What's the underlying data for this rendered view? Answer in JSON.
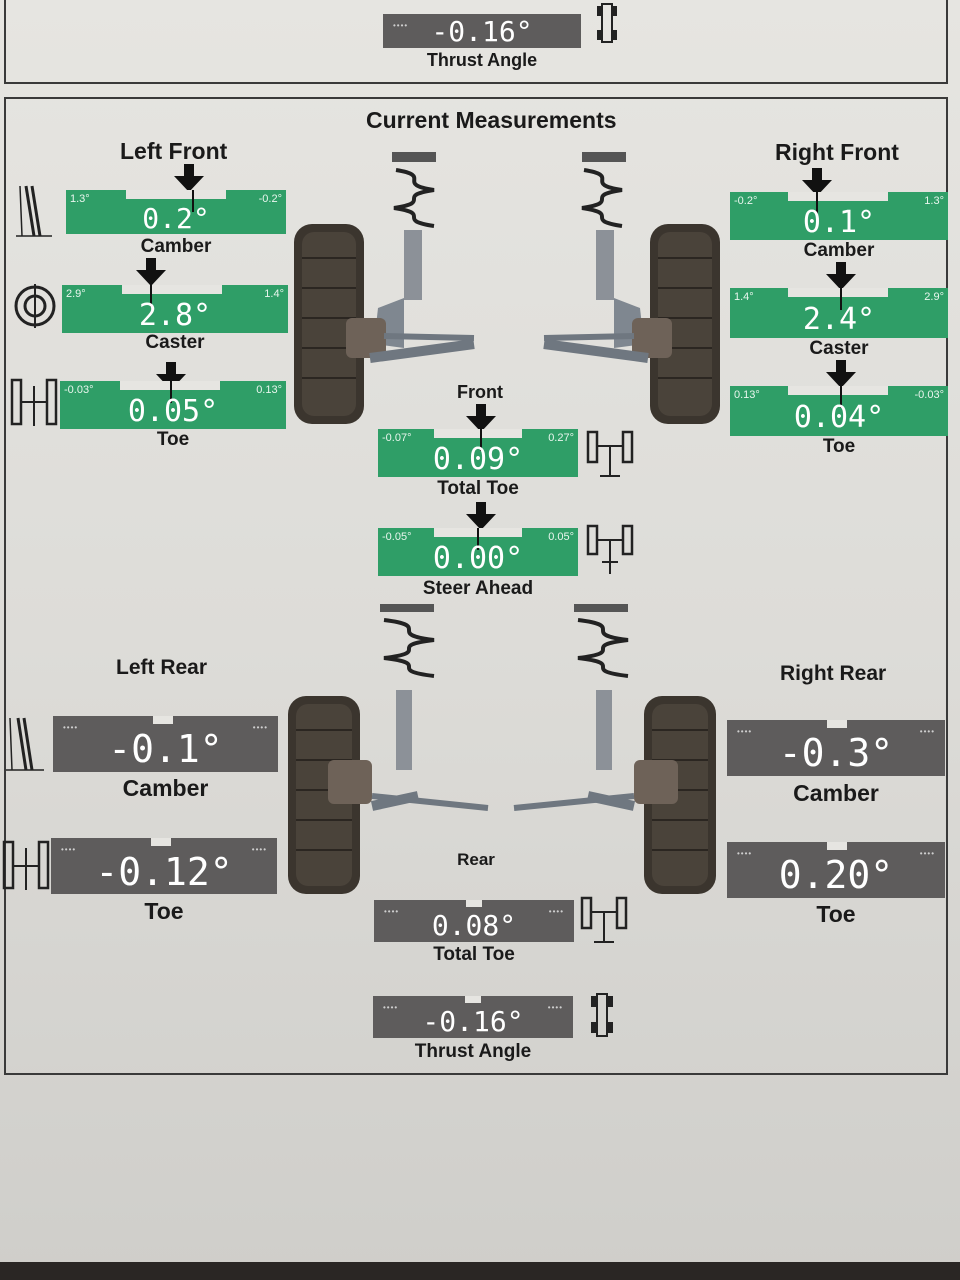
{
  "top_section": {
    "thrust_angle_value": "-0.16°",
    "thrust_angle_label": "Thrust Angle"
  },
  "title": "Current Measurements",
  "front": {
    "left_heading": "Left Front",
    "right_heading": "Right Front",
    "axle_label": "Front",
    "left": {
      "camber": {
        "value": "0.2°",
        "label": "Camber",
        "min": "1.3°",
        "max": "-0.2°"
      },
      "caster": {
        "value": "2.8°",
        "label": "Caster",
        "min": "2.9°",
        "max": "1.4°"
      },
      "toe": {
        "value": "0.05°",
        "label": "Toe",
        "min": "-0.03°",
        "max": "0.13°"
      }
    },
    "right": {
      "camber": {
        "value": "0.1°",
        "label": "Camber",
        "min": "-0.2°",
        "max": "1.3°"
      },
      "caster": {
        "value": "2.4°",
        "label": "Caster",
        "min": "1.4°",
        "max": "2.9°"
      },
      "toe": {
        "value": "0.04°",
        "label": "Toe",
        "min": "0.13°",
        "max": "-0.03°"
      }
    },
    "total_toe": {
      "value": "0.09°",
      "label": "Total Toe",
      "min": "-0.07°",
      "max": "0.27°"
    },
    "steer_ahead": {
      "value": "0.00°",
      "label": "Steer Ahead",
      "min": "-0.05°",
      "max": "0.05°"
    }
  },
  "rear": {
    "left_heading": "Left Rear",
    "right_heading": "Right Rear",
    "axle_label": "Rear",
    "left": {
      "camber": {
        "value": "-0.1°",
        "label": "Camber"
      },
      "toe": {
        "value": "-0.12°",
        "label": "Toe"
      }
    },
    "right": {
      "camber": {
        "value": "-0.3°",
        "label": "Camber"
      },
      "toe": {
        "value": "0.20°",
        "label": "Toe"
      }
    },
    "total_toe": {
      "value": "0.08°",
      "label": "Total Toe"
    },
    "thrust_angle": {
      "value": "-0.16°",
      "label": "Thrust Angle"
    }
  },
  "colors": {
    "in_spec": "#2f9e67",
    "no_spec": "#5e5c5c",
    "paper": "#e6e5e1"
  },
  "icons": [
    "camber-icon",
    "caster-icon",
    "toe-icon",
    "total-toe-icon",
    "steer-ahead-icon",
    "thrust-angle-icon",
    "strut-assembly",
    "tire"
  ]
}
